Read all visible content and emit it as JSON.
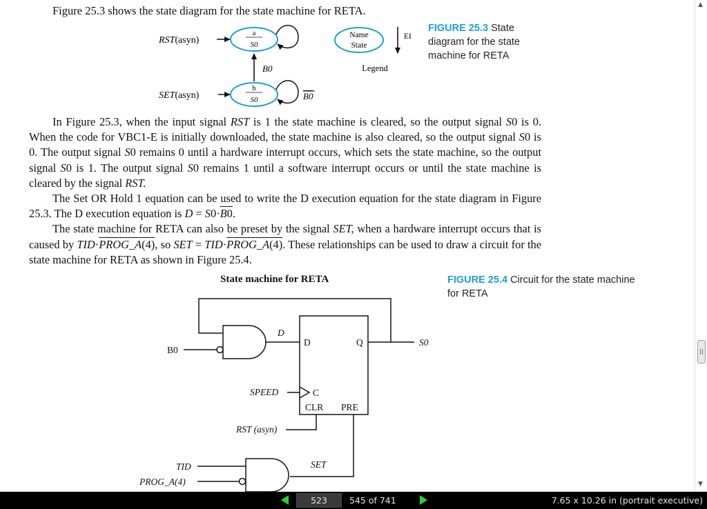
{
  "document": {
    "top_line": "Figure 25.3 shows the state diagram for the state machine for RETA.",
    "figure_25_3": {
      "number": "FIGURE 25.3",
      "caption_parts": [
        "State",
        "diagram for the state",
        "machine for RETA"
      ],
      "rst_label": "RST",
      "rst_suffix": "(asyn)",
      "set_label": "SET",
      "set_suffix": "(asyn)",
      "state_a_name": "a",
      "state_a_out": "S0",
      "state_b_name": "b",
      "state_b_out": "S0",
      "b0_label": "B0",
      "b0_bar_label": "B0",
      "legend_name": "Name",
      "legend_state": "State",
      "legend_ei": "EI",
      "legend_label": "Legend"
    },
    "paragraphs": {
      "p1": [
        "In Figure 25.3, when the input signal ",
        "RST",
        " is 1 the state machine is cleared, so the output signal ",
        "S",
        "0 is 0. When the code for VBC1-E is initially downloaded, the state machine is also cleared, so the output signal ",
        "S",
        "0 is 0. The output signal ",
        "S",
        "0 remains 0 until a hardware interrupt occurs, which sets the state machine, so the output signal ",
        "S",
        "0 is 1. The output signal ",
        "S",
        "0 remains 1 until a software interrupt occurs or until the state machine is cleared by the signal ",
        "RST.",
        ""
      ],
      "p2": [
        "The Set OR Hold 1 equation can be used to write the D execution equation for the state diagram in Figure 25.3. The D execution equation is ",
        "D",
        " = ",
        "S",
        "0·",
        "B",
        "0",
        "."
      ],
      "p3": [
        "The state machine for RETA can also be preset by the signal ",
        "SET,",
        " when a hardware interrupt occurs that is caused by ",
        "TID",
        "·",
        "PROG_A",
        "(4)",
        ", so ",
        "SET",
        " = ",
        "TID",
        "·",
        "PROG_A",
        "(4)",
        ". These relationships can be used to draw a circuit for the state machine for RETA as shown in Figure 25.4."
      ]
    },
    "figure_25_4": {
      "title": "State machine for RETA",
      "number": "FIGURE 25.4",
      "caption_rest": "Circuit for the state machine",
      "caption_line2": "for RETA",
      "b0_input": "B0",
      "d_wire": "D",
      "ff_d": "D",
      "ff_q": "Q",
      "ff_c": "C",
      "ff_clr": "CLR",
      "ff_pre": "PRE",
      "s0_output": "S0",
      "speed": "SPEED",
      "rst_async": "RST (asyn)",
      "set_wire": "SET",
      "tid": "TID",
      "prog_a": "PROG_A(4)"
    }
  },
  "statusbar": {
    "current_page": "523",
    "page_of": "545   of  741",
    "doc_size": "7.65 x 10.26 in (portrait executive)"
  },
  "scrollbar": {
    "up_icon": "▲",
    "down_icon": "▼"
  },
  "colors": {
    "accent": "#1a9fd6",
    "nav_green": "#2fd12f"
  }
}
